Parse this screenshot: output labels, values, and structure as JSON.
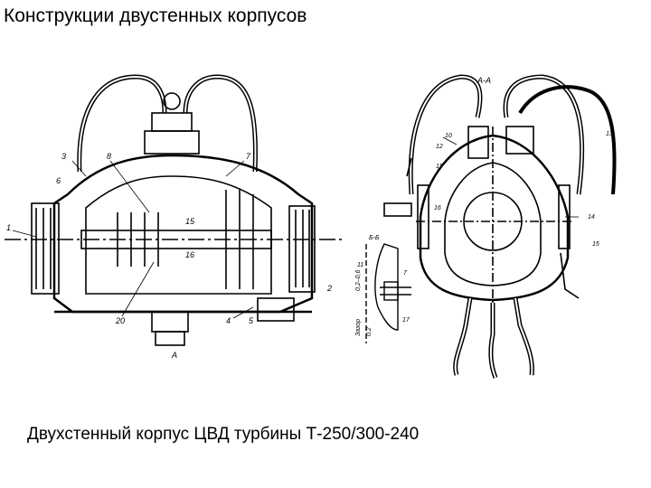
{
  "slide": {
    "title": "Конструкции двустенных корпусов",
    "caption": "Двухстенный корпус ЦВД турбины Т-250/300-240"
  },
  "left_drawing": {
    "labels": [
      "1",
      "2",
      "3",
      "4",
      "5",
      "6",
      "7",
      "8",
      "15",
      "16",
      "20",
      "A"
    ]
  },
  "right_drawing": {
    "section_label": "A-A",
    "labels": [
      "10",
      "11",
      "12",
      "13",
      "14",
      "15",
      "16"
    ]
  },
  "detail_drawing": {
    "section_label": "Б-Б",
    "labels": [
      "7",
      "11",
      "17",
      "0,2–0,6",
      "Зазор",
      "0,2"
    ]
  }
}
